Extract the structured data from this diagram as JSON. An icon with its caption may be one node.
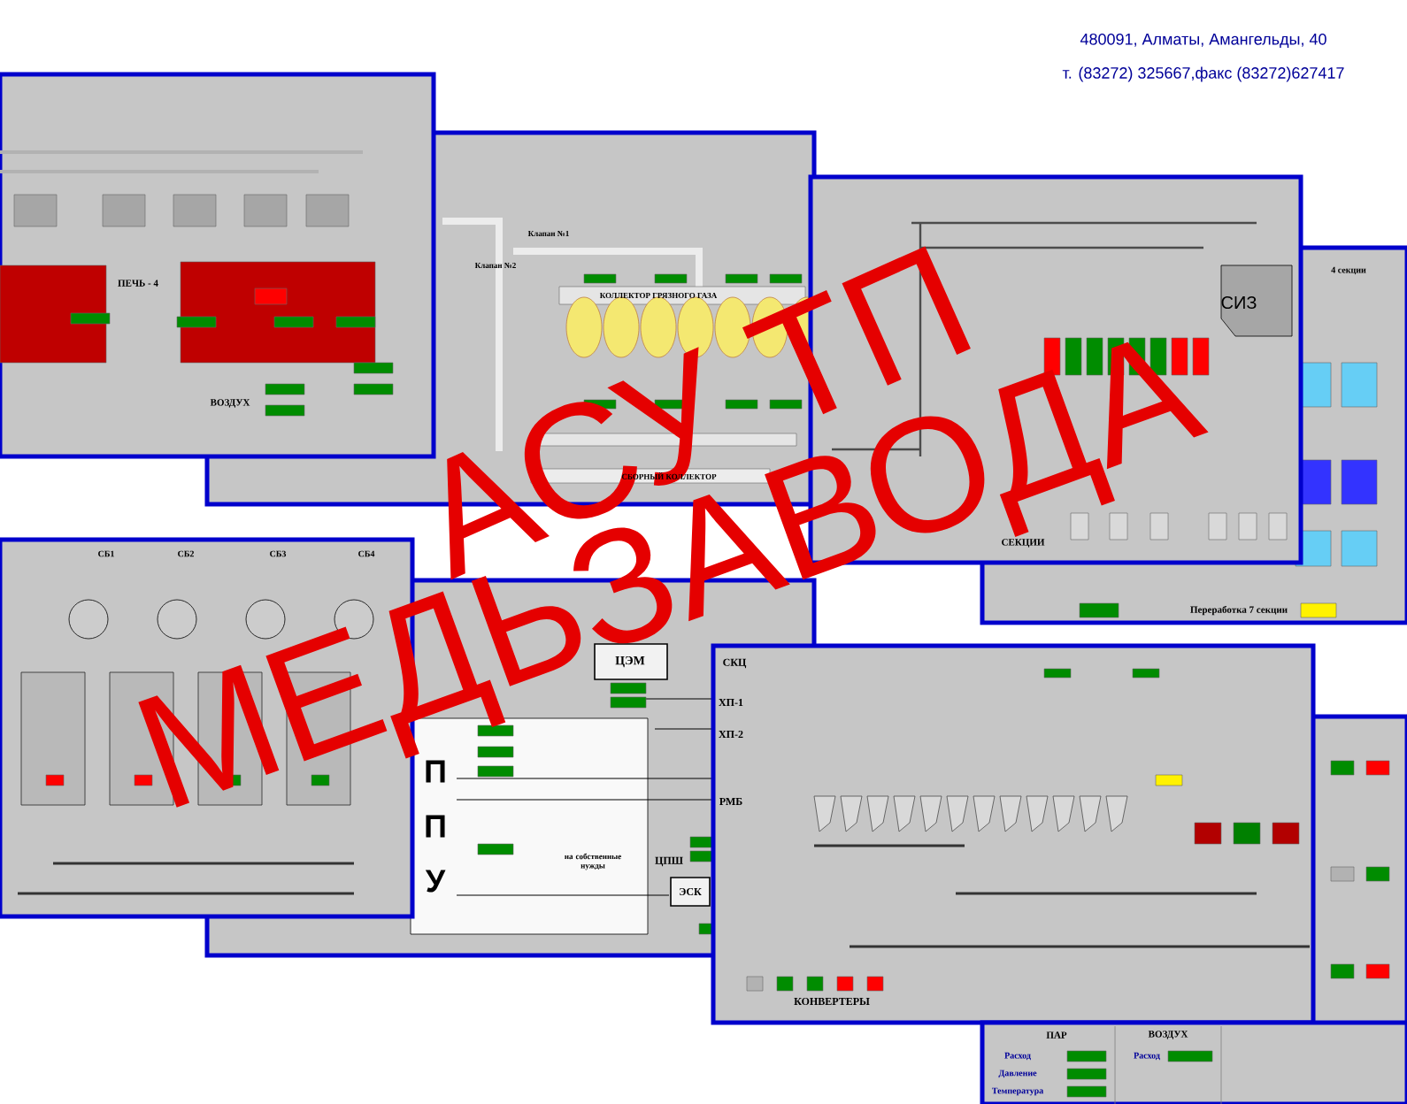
{
  "diagram": {
    "labels": [
      "480091, Алматы, Амангельды, 40",
      "т. (83272) 325667,факс (83272)627417",
      "АСУ ТП",
      "МЕДЬЗАВОДА",
      "ПЕЧЬ - 4",
      "ВОЗДУХ",
      "Клапан №1",
      "Клапан №2",
      "КОЛЛЕКТОР ГРЯЗНОГО ГАЗА",
      "СБОРНЫЙ КОЛЛЕКТОР",
      "СИЗ",
      "4 секции",
      "СЕКЦИИ",
      "Переработка 7 секции",
      "СБ1",
      "СБ2",
      "СБ3",
      "СБ4",
      "ЦЭМ",
      "СКЦ",
      "ХП-1",
      "ХП-2",
      "РМБ",
      "П",
      "П",
      "У",
      "на собственные нужды",
      "ЦПШ",
      "ЭСК",
      "КОНВЕРТЕРЫ",
      "ПАР",
      "ВОЗДУХ",
      "Расход",
      "Давление",
      "Температура",
      "Расход"
    ]
  }
}
